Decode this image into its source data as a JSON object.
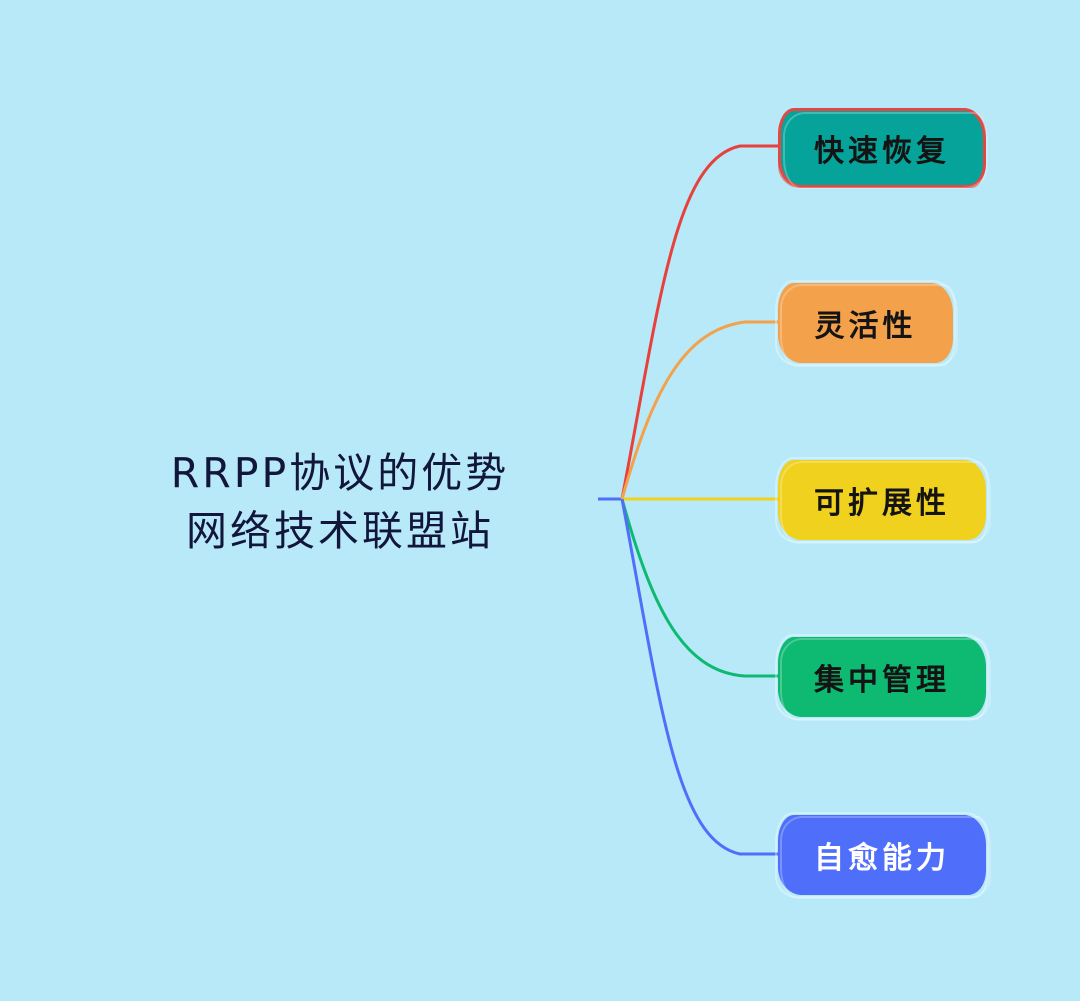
{
  "root": {
    "line1": "RRPP协议的优势",
    "line2": "网络技术联盟站"
  },
  "branches": [
    {
      "label": "快速恢复",
      "color": "#05a39a",
      "line_color": "#e8413c"
    },
    {
      "label": "灵活性",
      "color": "#f4a14c",
      "line_color": "#f4a14c"
    },
    {
      "label": "可扩展性",
      "color": "#f0d11e",
      "line_color": "#f0d11e"
    },
    {
      "label": "集中管理",
      "color": "#0eb971",
      "line_color": "#0eb971"
    },
    {
      "label": "自愈能力",
      "color": "#4f6ffa",
      "line_color": "#4f6ffa"
    }
  ],
  "background": "#b7e9f9"
}
